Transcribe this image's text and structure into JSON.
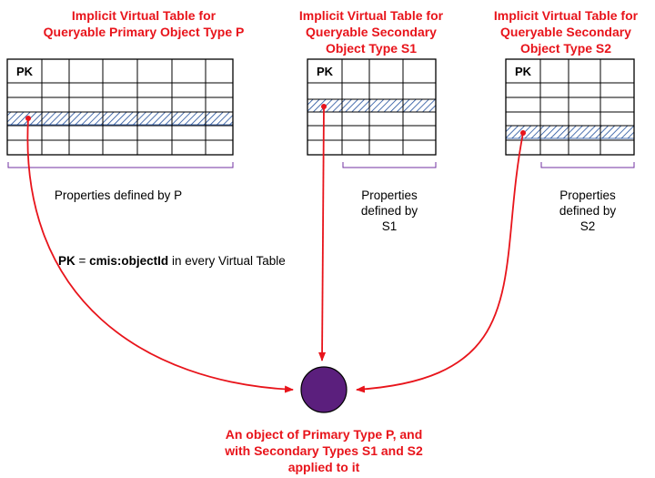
{
  "tables": [
    {
      "title": "Implicit Virtual Table for\nQueryable Primary Object Type P",
      "pk_header": "PK",
      "brace_label": "Properties defined by P"
    },
    {
      "title": "Implicit Virtual Table for\nQueryable Secondary\nObject Type S1",
      "pk_header": "PK",
      "brace_label": "Properties\ndefined by\nS1"
    },
    {
      "title": "Implicit Virtual Table for\nQueryable Secondary\nObject Type S2",
      "pk_header": "PK",
      "brace_label": "Properties\ndefined by\nS2"
    }
  ],
  "pk_note": {
    "pk": "PK",
    "equals": " = ",
    "field": "cmis:objectId",
    "rest": " in every Virtual Table"
  },
  "object_caption": "An object of Primary Type P, and\nwith Secondary Types S1 and S2\napplied to it",
  "colors": {
    "title_red": "#e8141b",
    "arrow_red": "#e8141b",
    "brace_purple": "#7030a0",
    "hatch_blue": "#1f4e9b",
    "object_fill": "#5b1f7d"
  }
}
